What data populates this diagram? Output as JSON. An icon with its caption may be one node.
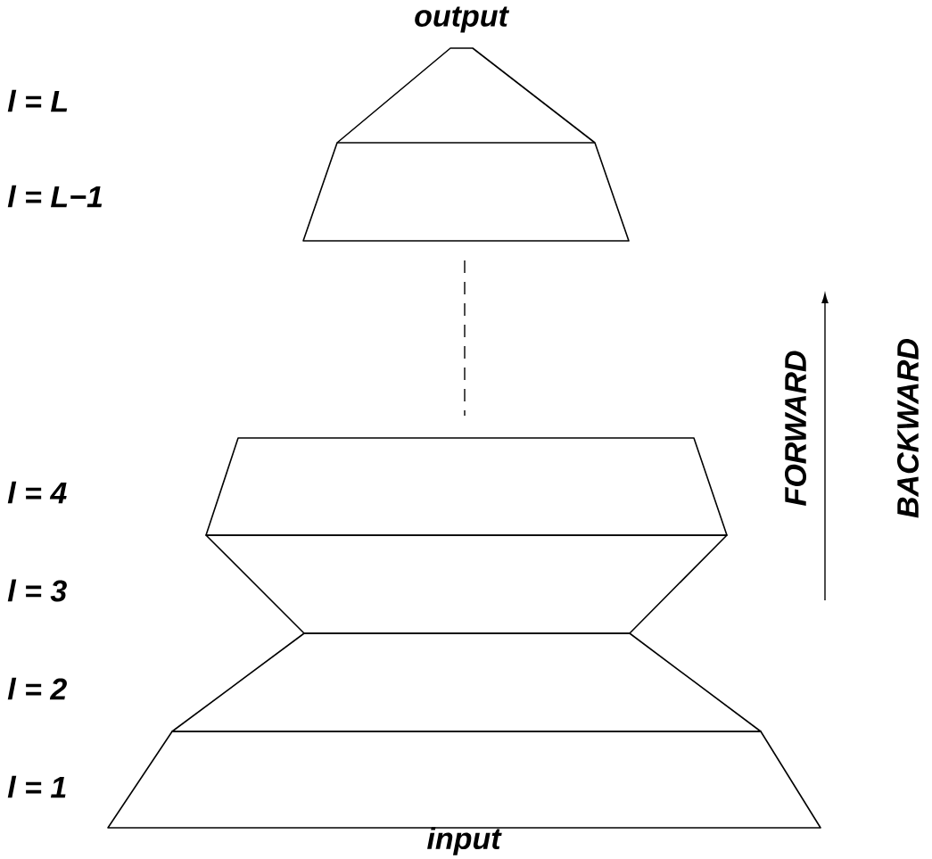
{
  "diagram": {
    "labels": [
      "output",
      "l = L",
      "l = L−1",
      "FORWARD",
      "BACKWARD",
      "l = 4",
      "l = 3",
      "l = 2",
      "l = 1",
      "input"
    ]
  }
}
